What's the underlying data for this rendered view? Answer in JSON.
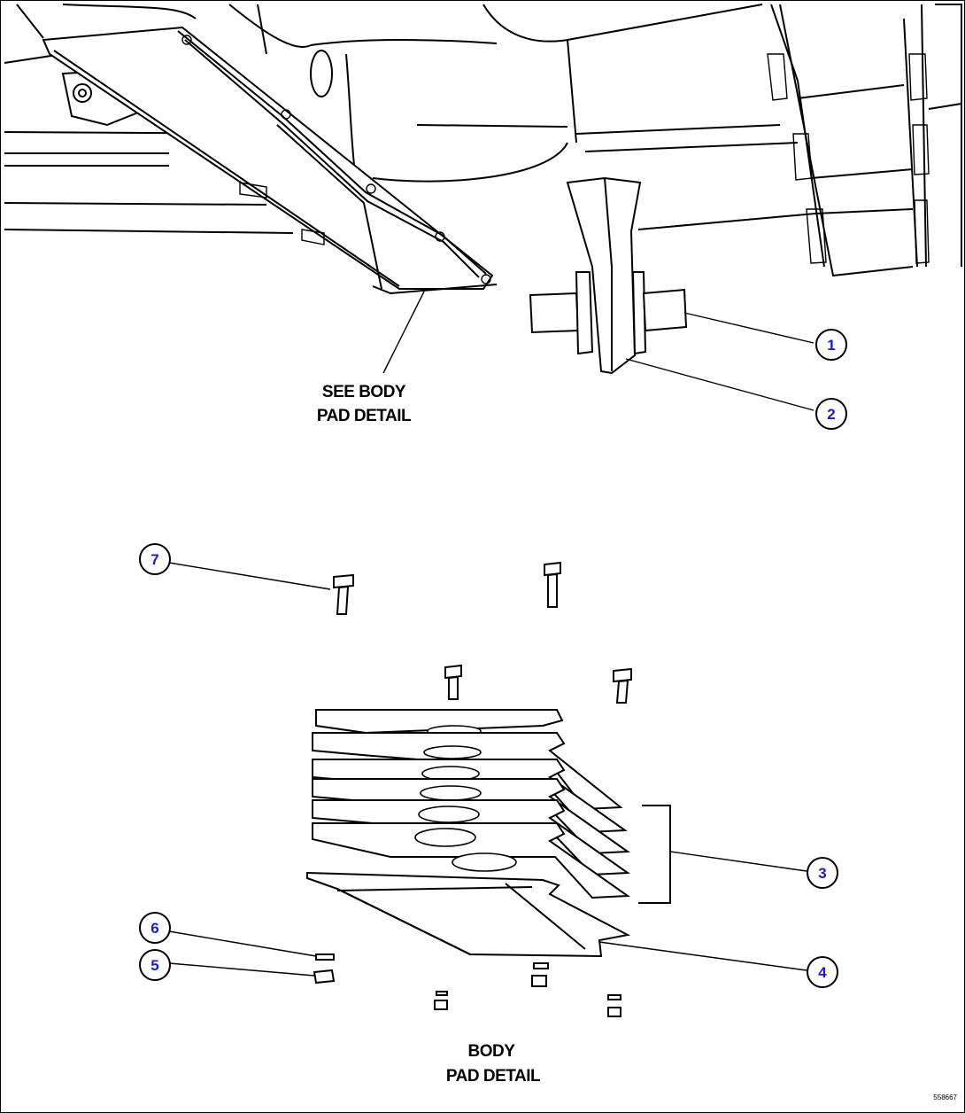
{
  "callouts": [
    {
      "id": "1",
      "label": "1"
    },
    {
      "id": "2",
      "label": "2"
    },
    {
      "id": "3",
      "label": "3"
    },
    {
      "id": "4",
      "label": "4"
    },
    {
      "id": "5",
      "label": "5"
    },
    {
      "id": "6",
      "label": "6"
    },
    {
      "id": "7",
      "label": "7"
    }
  ],
  "labels": {
    "see_body_line1": "SEE BODY",
    "see_body_line2": "PAD DETAIL",
    "detail_line1": "BODY",
    "detail_line2": "PAD DETAIL"
  },
  "drawing_id": "558667",
  "colors": {
    "callout_text": "#1a1ad6",
    "line": "#000000",
    "background": "#ffffff"
  }
}
